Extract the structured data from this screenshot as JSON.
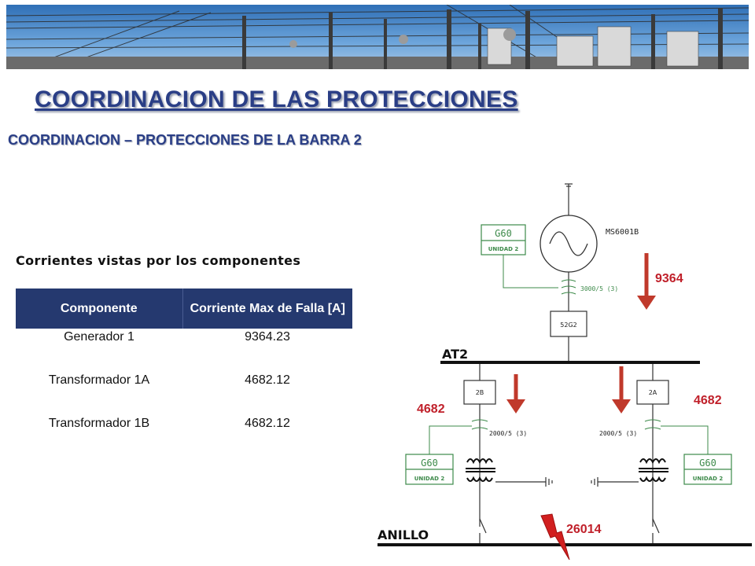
{
  "title": "COORDINACION DE LAS PROTECCIONES",
  "subtitle": "COORDINACION – PROTECCIONES DE LA BARRA 2",
  "table_heading": "Corrientes vistas por los componentes",
  "table": {
    "headers": [
      "Componente",
      "Corriente Max de Falla [A]"
    ],
    "rows": [
      [
        "Generador 1",
        "9364.23"
      ],
      [
        "Transformador 1A",
        "4682.12"
      ],
      [
        "Transformador 1B",
        "4682.12"
      ]
    ]
  },
  "diagram": {
    "generator_label": "MS6001B",
    "gen_relay": {
      "model": "G60",
      "unit": "UNIDAD 2"
    },
    "gen_ct_ratio": "3000/5 (3)",
    "gen_breaker": "52G2",
    "bus_label": "AT2",
    "left_breaker": "2B",
    "right_breaker": "2A",
    "left_ct_ratio": "2000/5 (3)",
    "right_ct_ratio": "2000/5 (3)",
    "left_relay": {
      "model": "G60",
      "unit": "UNIDAD 2"
    },
    "right_relay": {
      "model": "G60",
      "unit": "UNIDAD 2"
    },
    "ring_label": "ANILLO",
    "current_generator": "9364",
    "current_left": "4682",
    "current_right": "4682",
    "current_fault": "26014"
  },
  "colors": {
    "title": "#2a3e86",
    "table_header": "#25396f",
    "relay_green": "#3d8a4a",
    "arrow_red": "#c0392b",
    "fault_red": "#d11f1f",
    "current_label": "#c0202a"
  }
}
